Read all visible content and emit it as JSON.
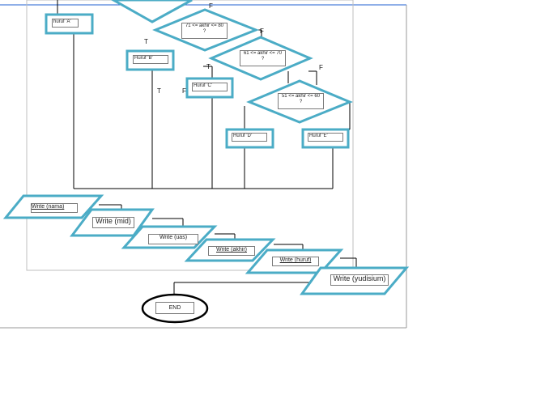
{
  "diagram": {
    "branch_letters": {
      "true": "T",
      "false": "F"
    },
    "process_nodes": {
      "huruf_a": "huruf 'A'",
      "huruf_b": "Huruf 'B'",
      "huruf_c": "Huruf 'C'",
      "huruf_d": "Huruf 'D'",
      "huruf_e": "Huruf 'E'"
    },
    "decisions": {
      "d71": {
        "line1": "71 <= akhir <= 80",
        "line2": "?"
      },
      "d61": {
        "line1": "61 <= akhir <= 70",
        "line2": "?"
      },
      "d51": {
        "line1": "51 <= akhir <= 60",
        "line2": "?"
      }
    },
    "outputs": {
      "nama": "Write (nama)",
      "mid": "Write (mid)",
      "uas": "Write (uas)",
      "akhir": "Write (akhir)",
      "huruf": "Write (huruf)",
      "yudisium": "Write (yudisium)"
    },
    "terminator": "END",
    "colors": {
      "shape_stroke": "#4bacc6",
      "line": "#000000",
      "frame": "#bfbfbf"
    }
  }
}
